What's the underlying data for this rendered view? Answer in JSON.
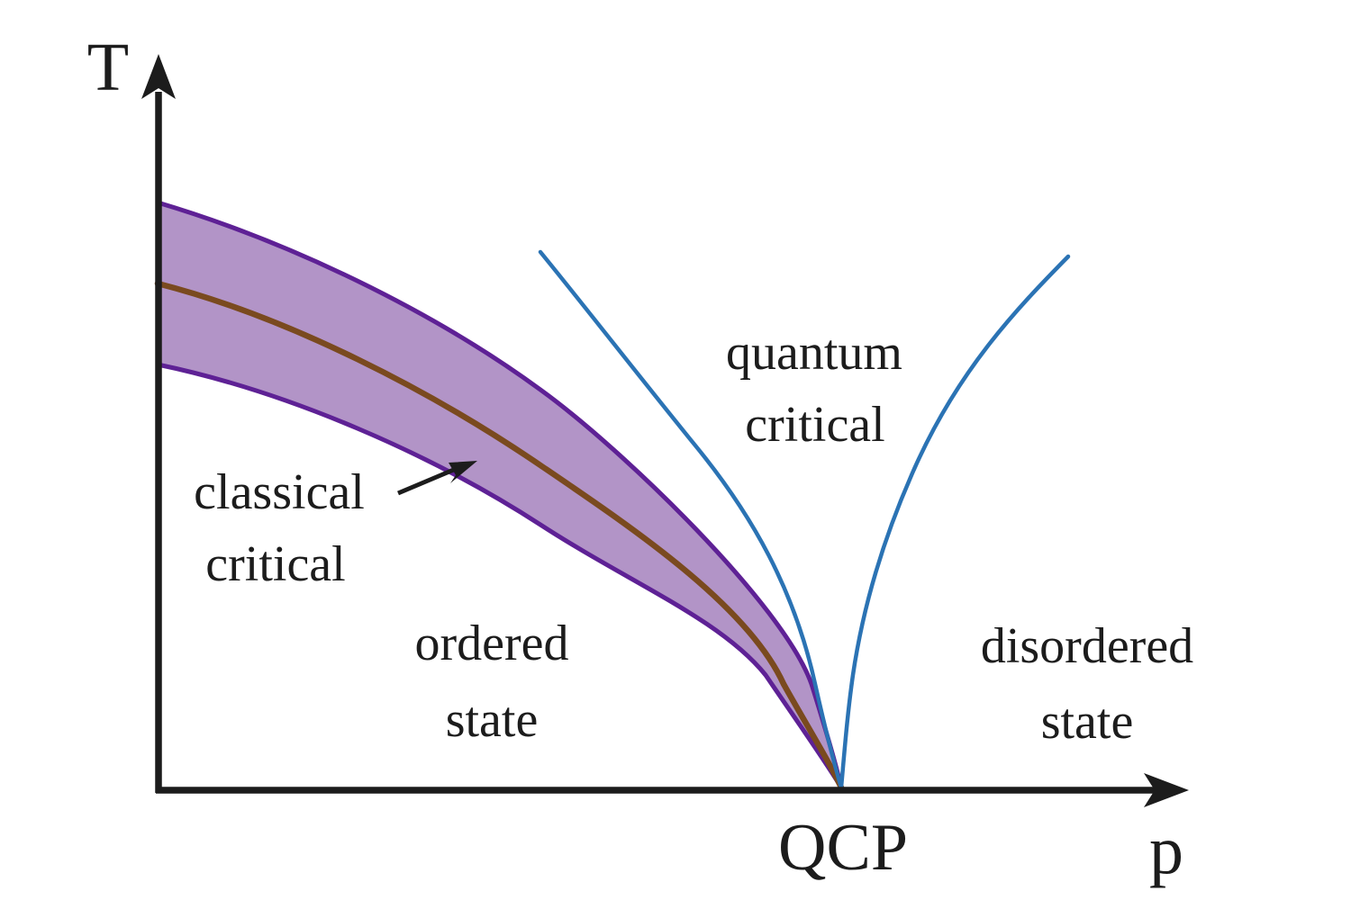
{
  "diagram": {
    "axes": {
      "y_label": "T",
      "x_label": "p"
    },
    "point_label": "QCP",
    "regions": {
      "classical_critical": {
        "line1": "classical",
        "line2": "critical"
      },
      "quantum_critical": {
        "line1": "quantum",
        "line2": "critical"
      },
      "ordered_state": {
        "line1": "ordered",
        "line2": "state"
      },
      "disordered_state": {
        "line1": "disordered",
        "line2": "state"
      }
    }
  },
  "colors": {
    "band_fill": "#b294c7",
    "band_edge": "#5e2195",
    "classical_line": "#7a4a1f",
    "crossover_line": "#2b73b4",
    "ink": "#1c1c1c",
    "bg": "#ffffff"
  }
}
